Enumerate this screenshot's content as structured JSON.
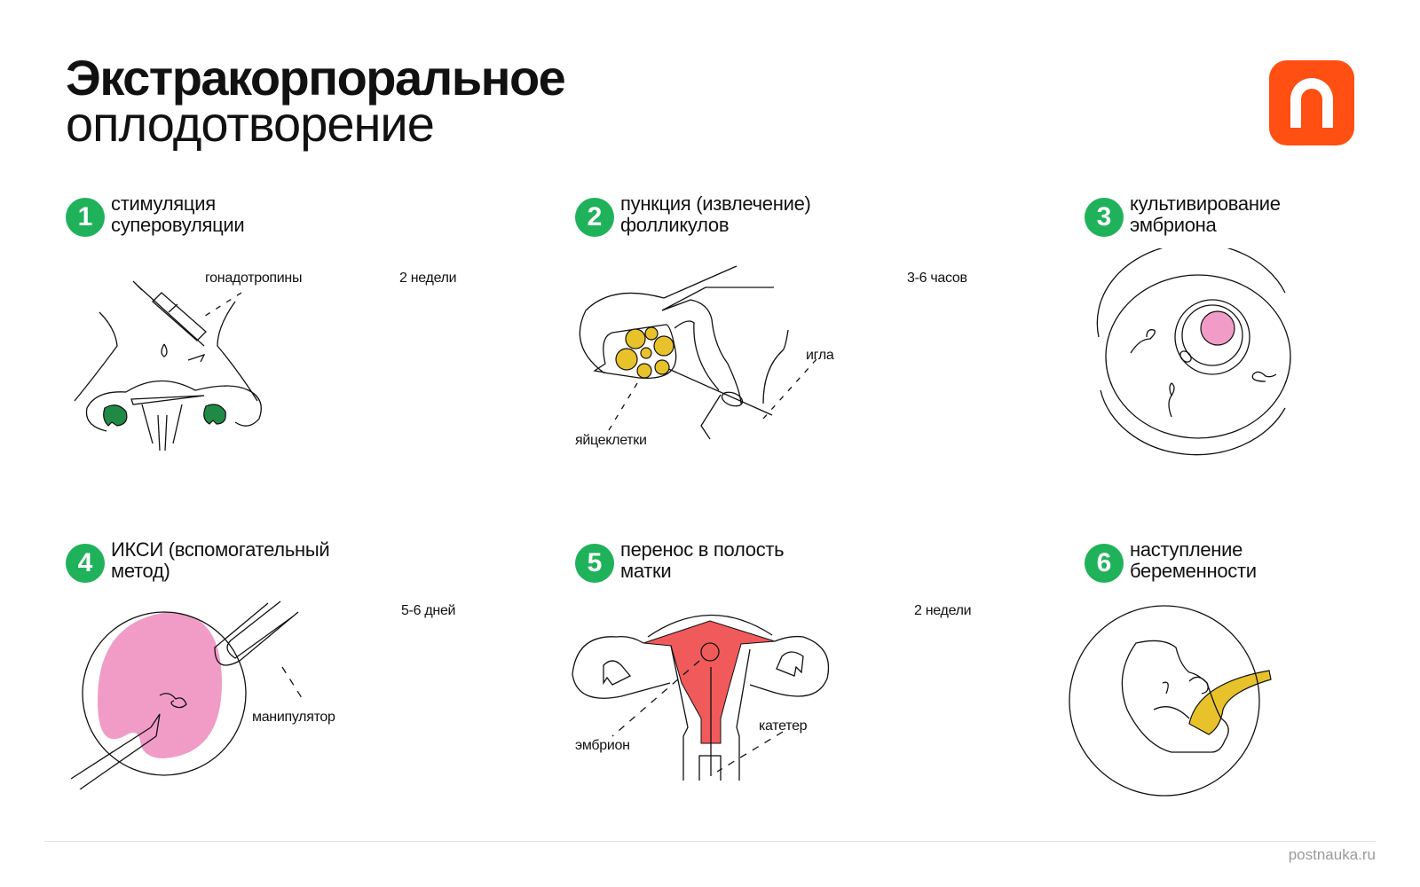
{
  "header": {
    "title_line1": "Экстракорпоральное",
    "title_line2": "оплодотворение",
    "logo": {
      "icon": "postnauka-logo-icon",
      "color": "#ff4f12"
    }
  },
  "colors": {
    "badge_green": "#1fb25a",
    "ovary_green": "#1f8a45",
    "follicle_yellow": "#e8c22a",
    "embryo_pink": "#f09cc7",
    "uterus_red": "#f05a5a"
  },
  "steps": [
    {
      "number": "1",
      "title_line1": "стимуляция",
      "title_line2": "суперовуляции",
      "duration": "2 недели",
      "labels": [
        "гонадотропины"
      ]
    },
    {
      "number": "2",
      "title_line1": "пункция (извлечение)",
      "title_line2": "фолликулов",
      "duration": "3-6 часов",
      "labels": [
        "игла",
        "яйцеклетки"
      ]
    },
    {
      "number": "3",
      "title_line1": "культивирование",
      "title_line2": "эмбриона",
      "duration": "",
      "labels": []
    },
    {
      "number": "4",
      "title_line1": "ИКСИ (вспомогательный",
      "title_line2": "метод)",
      "duration": "5-6 дней",
      "labels": [
        "манипулятор"
      ]
    },
    {
      "number": "5",
      "title_line1": "перенос в полость",
      "title_line2": "матки",
      "duration": "2 недели",
      "labels": [
        "эмбрион",
        "катетер"
      ]
    },
    {
      "number": "6",
      "title_line1": "наступление",
      "title_line2": "беременности",
      "duration": "",
      "labels": []
    }
  ],
  "footer": {
    "site": "postnauka.ru"
  }
}
